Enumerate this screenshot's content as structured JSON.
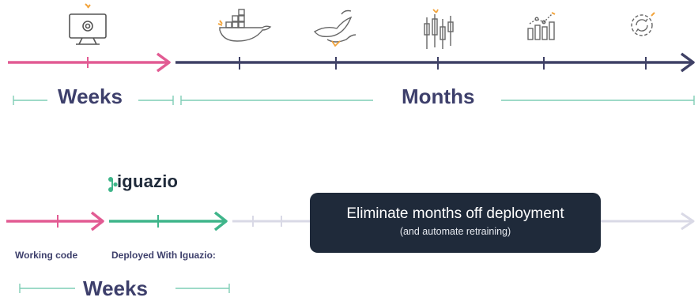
{
  "top": {
    "weeks_label": "Weeks",
    "months_label": "Months"
  },
  "bottom": {
    "brand_name": "iguazio",
    "working_code_label": "Working code",
    "deployed_label": "Deployed With Iguazio:",
    "weeks_label": "Weeks",
    "callout_title": "Eliminate months off deployment",
    "callout_subtitle": "(and automate retraining)"
  },
  "icons": [
    "monitor-icon",
    "docker-whale-icon",
    "bird-icon",
    "candlestick-icon",
    "bar-chart-icon",
    "gear-sync-icon"
  ],
  "colors": {
    "pink": "#e25b93",
    "navy": "#3f4166",
    "green": "#3fb58a",
    "light_track": "#d9d9e6",
    "callout_bg": "#1f2a3a",
    "accent_orange": "#f2a33a"
  }
}
